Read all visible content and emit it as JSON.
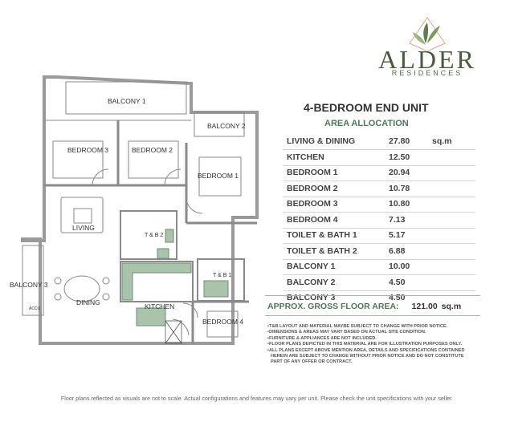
{
  "brand": {
    "name": "ALDER",
    "sub": "RESIDENCES"
  },
  "unit_title": "4-BEDROOM END UNIT",
  "area_heading": "AREA ALLOCATION",
  "areas": [
    {
      "label": "LIVING & DINING",
      "value": "27.80",
      "unit": "sq.m"
    },
    {
      "label": "KITCHEN",
      "value": "12.50",
      "unit": ""
    },
    {
      "label": "BEDROOM 1",
      "value": "20.94",
      "unit": ""
    },
    {
      "label": "BEDROOM 2",
      "value": "10.78",
      "unit": ""
    },
    {
      "label": "BEDROOM 3",
      "value": "10.80",
      "unit": ""
    },
    {
      "label": "BEDROOM 4",
      "value": "7.13",
      "unit": ""
    },
    {
      "label": "TOILET & BATH 1",
      "value": "5.17",
      "unit": ""
    },
    {
      "label": "TOILET & BATH 2",
      "value": "6.88",
      "unit": ""
    },
    {
      "label": "BALCONY 1",
      "value": "10.00",
      "unit": ""
    },
    {
      "label": "BALCONY 2",
      "value": "4.50",
      "unit": ""
    },
    {
      "label": "BALCONY 3",
      "value": "4.50",
      "unit": ""
    }
  ],
  "gross": {
    "label": "APPROX. GROSS FLOOR AREA:",
    "value": "121.00",
    "unit": "sq.m"
  },
  "notes": [
    "•T&B LAYOUT AND MATERIAL MAYBE SUBJECT TO CHANGE WITH PRIOR NOTICE.",
    "•DIMENSIONS & AREAS MAY VARY BASED ON ACTUAL SITE CONDITION.",
    "•FURNITURE & APPLIANCES ARE NOT INCLUDED.",
    "•FLOOR PLANS DEPICTED IN THIS MATERIAL ARE FOR ILLUSTRATION PURPOSES ONLY.",
    "•ALL PLANS EXCEPT ABOVE MENTION AREA, DETAILS AND SPECIFICATIONS CONTAINED",
    "HEREIN ARE SUBJECT TO CHANGE WITHOUT PRIOR NOTICE AND DO NOT CONSTITUTE",
    "PART OF ANY OFFER OR CONTRACT."
  ],
  "footer": "Floor plans reflected as visuals are not to scale. Actual configurations and features may vary per unit. Please check the unit specifications with your seller.",
  "plan_labels": {
    "balcony1": "BALCONY 1",
    "balcony2": "BALCONY 2",
    "balcony3": "BALCONY 3",
    "bedroom1": "BEDROOM 1",
    "bedroom2": "BEDROOM 2",
    "bedroom3": "BEDROOM 3",
    "bedroom4": "BEDROOM 4",
    "living": "LIVING",
    "dining": "DINING",
    "kitchen": "KITCHEN",
    "tb1": "T & B 1",
    "tb2": "T & B 2",
    "acu": "ACCU"
  },
  "colors": {
    "green": "#4d7a5a",
    "wall": "#8a8a8a",
    "kitchen_fill": "#a9c4ab"
  }
}
